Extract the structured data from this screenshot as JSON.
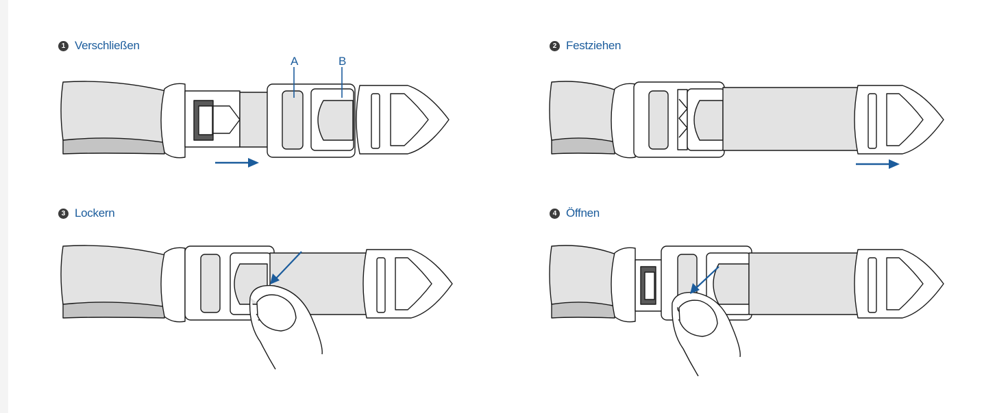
{
  "steps": [
    {
      "number": "1",
      "title": "Verschließen"
    },
    {
      "number": "2",
      "title": "Festziehen"
    },
    {
      "number": "3",
      "title": "Lockern"
    },
    {
      "number": "4",
      "title": "Öffnen"
    }
  ],
  "callouts": {
    "a": "A",
    "b": "B"
  },
  "colors": {
    "accent": "#1b5c9c",
    "strap": "#e3e3e3",
    "strap_back": "#c4c4c4",
    "outline": "#1a1a1a"
  }
}
